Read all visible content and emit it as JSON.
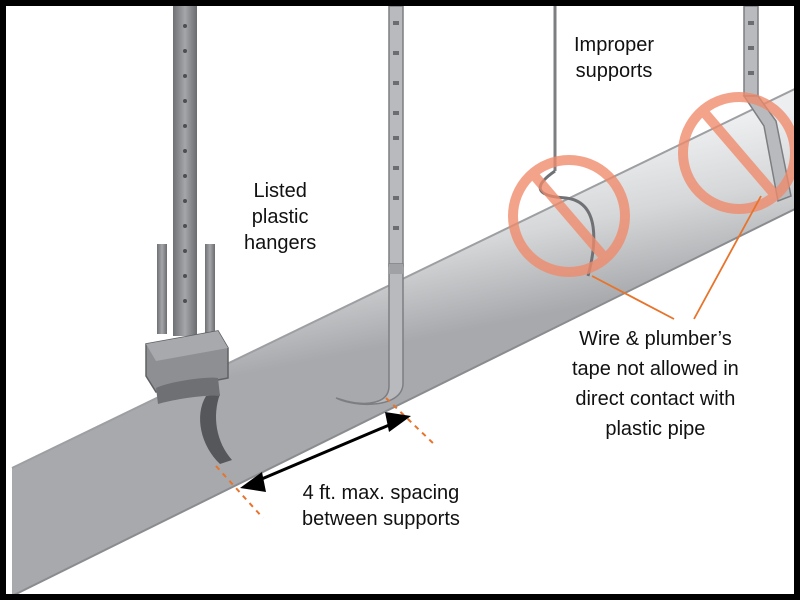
{
  "labels": {
    "listed": [
      "Listed",
      "plastic",
      "hangers"
    ],
    "improper": [
      "Improper",
      "supports"
    ],
    "wire_tape": [
      "Wire & plumber’s",
      "tape not allowed in",
      "direct contact with",
      "plastic pipe"
    ],
    "spacing": [
      "4 ft. max. spacing",
      "between supports"
    ]
  },
  "colors": {
    "pipe_body": "#d4d5d7",
    "pipe_highlight": "#eeeff0",
    "pipe_shadow": "#a9abae",
    "hanger": "#8d8f92",
    "hanger_dark": "#5e6063",
    "prohibit": "#f08a6a",
    "callout_line": "#e8732a",
    "arrow": "#000000"
  },
  "icons": [
    "prohibited-icon",
    "prohibited-icon",
    "double-arrow-icon"
  ]
}
